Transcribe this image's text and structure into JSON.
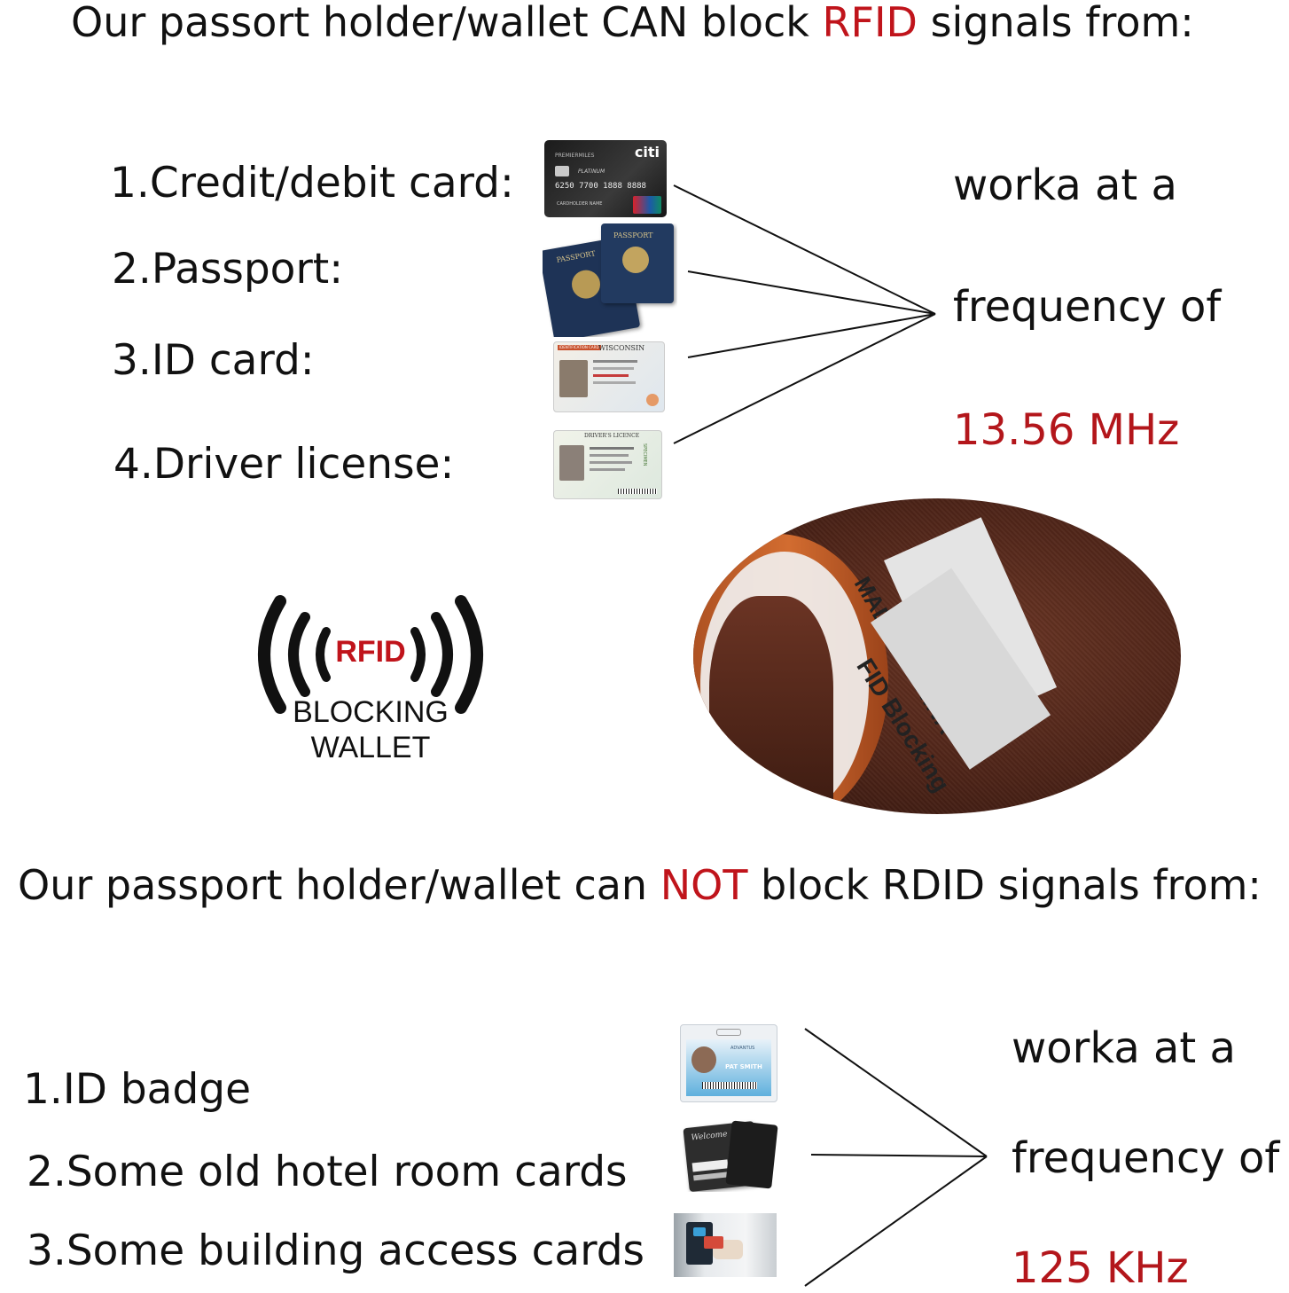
{
  "top": {
    "heading": {
      "before": "Our passort holder/wallet CAN block ",
      "highlight": "RFID",
      "after": " signals from:"
    },
    "items": [
      "1.Credit/debit card:",
      "2.Passport:",
      "3.ID card:",
      "4.Driver license:"
    ],
    "freq_line1": "worka at a",
    "freq_line2": "frequency of",
    "freq_value": "13.56 MHz",
    "credit_card": {
      "brand": "citi",
      "program": "PREMIERMILES",
      "tier": "PLATINUM",
      "number": "6250 7700 1888 8888",
      "holder": "CARDHOLDER NAME"
    },
    "passport_label": "PASSPORT",
    "id_card": {
      "title": "WISCONSIN",
      "type": "IDENTIFICATION CARD"
    },
    "license": {
      "title": "DRIVER'S LICENCE",
      "stamp": "SPECIMEN"
    }
  },
  "logo": {
    "rfid": "RFID",
    "line1": "BLOCKING",
    "line2": "WALLET"
  },
  "wallet_photo": {
    "tag1": "MADE IN CHINA",
    "tag2": "FID Blocking"
  },
  "bottom": {
    "heading": {
      "before": "Our passport holder/wallet can ",
      "highlight": "NOT",
      "after": " block RDID signals from:"
    },
    "items": [
      "1.ID badge",
      "2.Some old hotel room cards",
      "3.Some building access cards"
    ],
    "freq_line1": "worka at a",
    "freq_line2": "frequency of",
    "freq_value": "125 KHz",
    "badge": {
      "company": "ADVANTUS",
      "name": "PAT SMITH"
    },
    "hotel_card": {
      "welcome": "Welcome"
    }
  },
  "colors": {
    "highlight_red": "#c0141b",
    "wallet_brown": "#5a2a1c",
    "leather_orange": "#c4622a"
  }
}
